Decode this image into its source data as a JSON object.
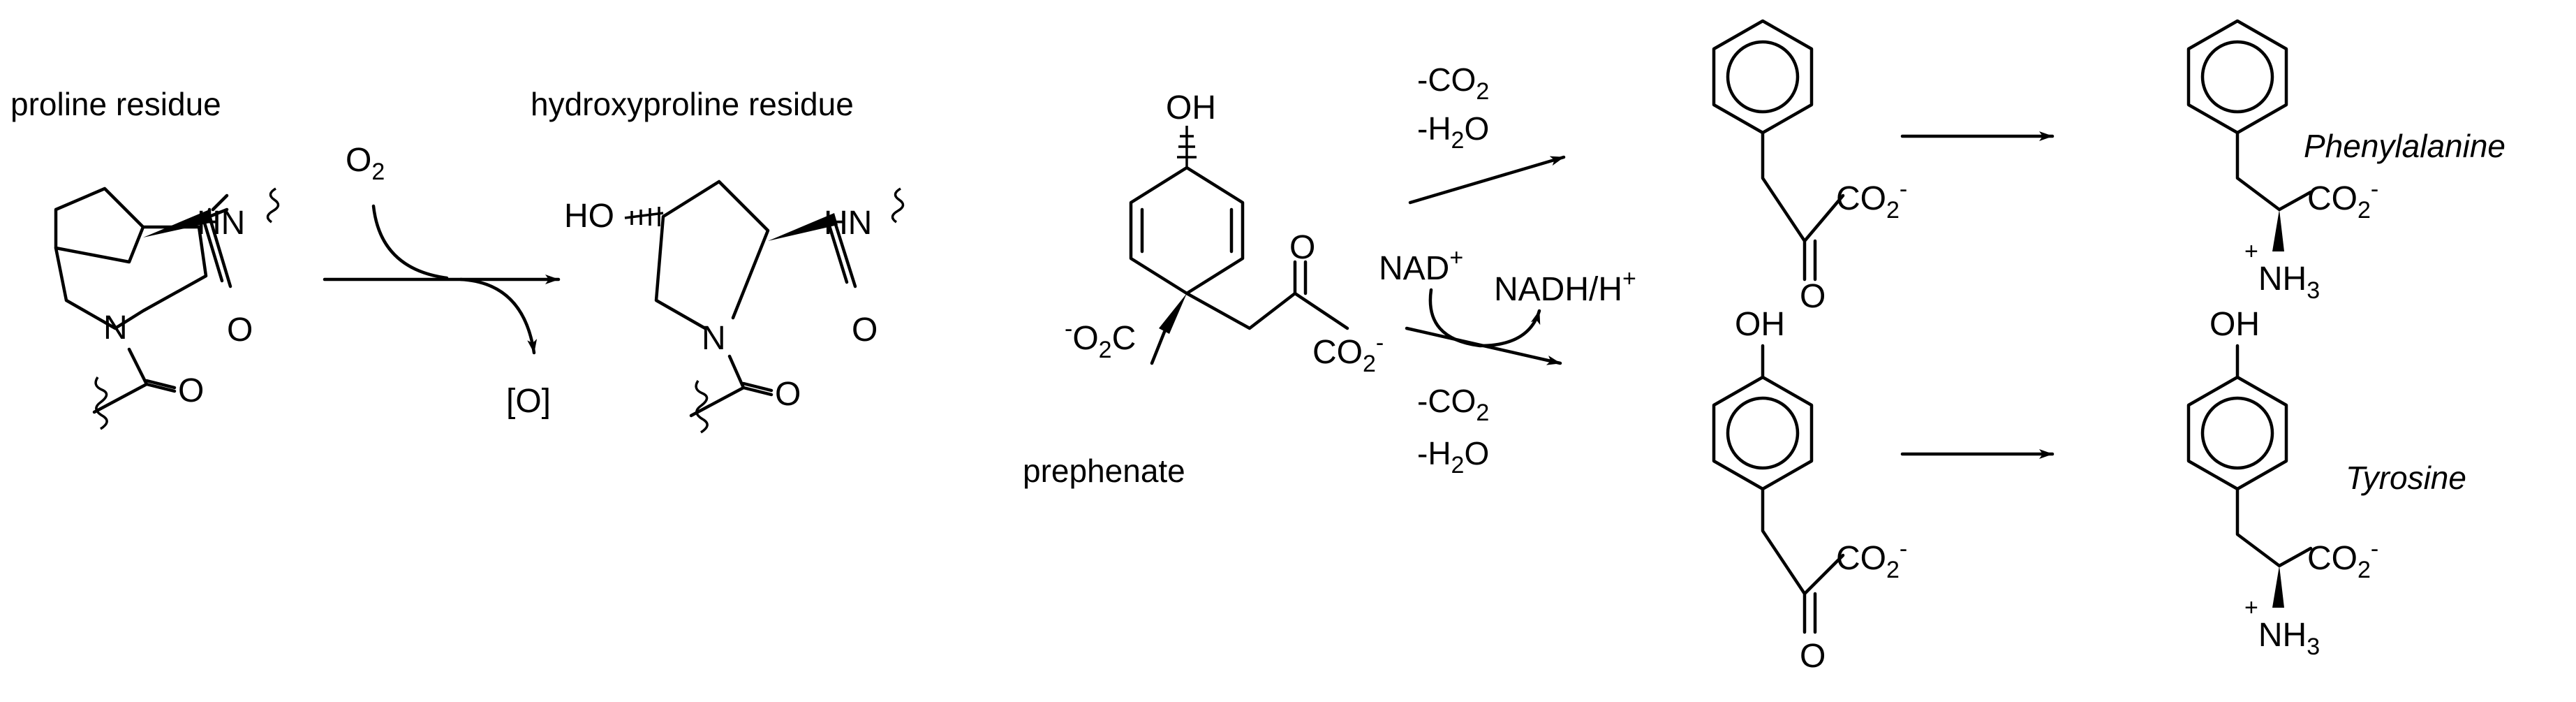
{
  "labels": {
    "proline": "proline residue",
    "hydroxyproline": "hydroxyproline residue",
    "prephenate": "prephenate",
    "phenylalanine": "Phenylalanine",
    "tyrosine": "Tyrosine"
  },
  "reagents": {
    "o2": "O",
    "o2_sub": "2",
    "o_byproduct": "[O]",
    "minus_co2_top": "-CO",
    "minus_co2_top_sub": "2",
    "minus_h2o_top": "-H",
    "minus_h2o_top_sub": "2",
    "minus_h2o_top_tail": "O",
    "nad": "NAD",
    "nad_sup": "+",
    "nadh": "NADH/H",
    "nadh_sup": "+",
    "minus_co2_bot": "-CO",
    "minus_co2_bot_sub": "2",
    "minus_h2o_bot": "-H",
    "minus_h2o_bot_sub": "2",
    "minus_h2o_bot_tail": "O"
  },
  "atoms": {
    "N": "N",
    "O": "O",
    "HN": "HN",
    "HO": "HO",
    "OH": "OH",
    "H": "H",
    "NH": "NH",
    "sub3": "3",
    "plus": "+",
    "minus": "-",
    "CO": "CO",
    "sub2": "2",
    "O2C": "O",
    "O2C_sub": "2",
    "O2C_tail": "C"
  }
}
